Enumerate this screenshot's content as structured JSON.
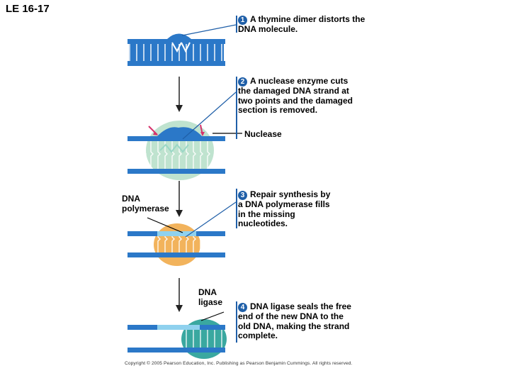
{
  "figure_title": "LE 16-17",
  "steps": [
    {
      "number": "1",
      "text": "A thymine dimer distorts the DNA molecule."
    },
    {
      "number": "2",
      "text": "A nuclease enzyme cuts the damaged DNA strand at two points and the damaged section is removed."
    },
    {
      "number": "3",
      "text": "Repair synthesis by a DNA polymerase fills in the missing nucleotides."
    },
    {
      "number": "4",
      "text": "DNA ligase seals the free end of the new DNA to the old DNA, making the strand complete."
    }
  ],
  "labels": {
    "nuclease": "Nuclease",
    "dna_polymerase": "DNA polymerase",
    "dna_ligase": "DNA ligase"
  },
  "copyright": "Copyright © 2005 Pearson Education, Inc. Publishing as Pearson Benjamin Cummings. All rights reserved.",
  "colors": {
    "dna_strand": "#2b78c8",
    "dna_dark": "#1b4f8a",
    "new_dna": "#8fd1ee",
    "nuclease": "#bfe3cf",
    "polymerase": "#f2b35c",
    "ligase": "#3aa8a0",
    "cut_arrow": "#d6336c",
    "step_number": "#1f5fa8"
  }
}
